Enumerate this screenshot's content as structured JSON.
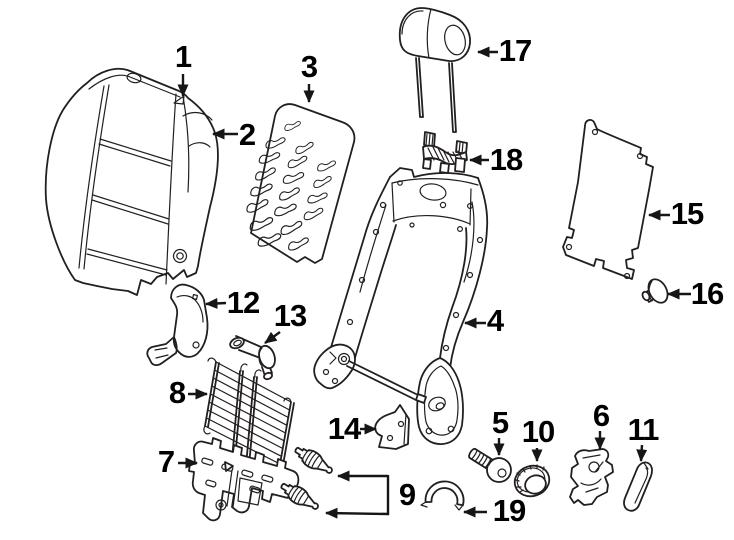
{
  "diagram": {
    "type": "exploded-parts-diagram",
    "subject": "Vehicle front seat back components",
    "background_color": "#ffffff",
    "line_color": "#231f20",
    "label_color": "#000000",
    "callouts": [
      "1",
      "2",
      "3",
      "4",
      "5",
      "6",
      "7",
      "8",
      "9",
      "10",
      "11",
      "12",
      "13",
      "14",
      "15",
      "16",
      "17",
      "18",
      "19"
    ]
  }
}
